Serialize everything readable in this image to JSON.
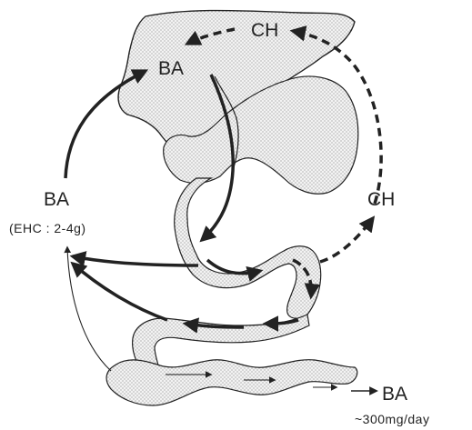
{
  "labels": {
    "ba_liver": "BA",
    "ch_top": "CH",
    "ch_right": "CH",
    "ba_left": "BA",
    "ehc_note": "(EHC : 2-4g)",
    "ba_out": "BA",
    "excretion_note": "~300mg/day"
  },
  "colors": {
    "organ_fill": "#ececec",
    "stroke": "#222222"
  }
}
